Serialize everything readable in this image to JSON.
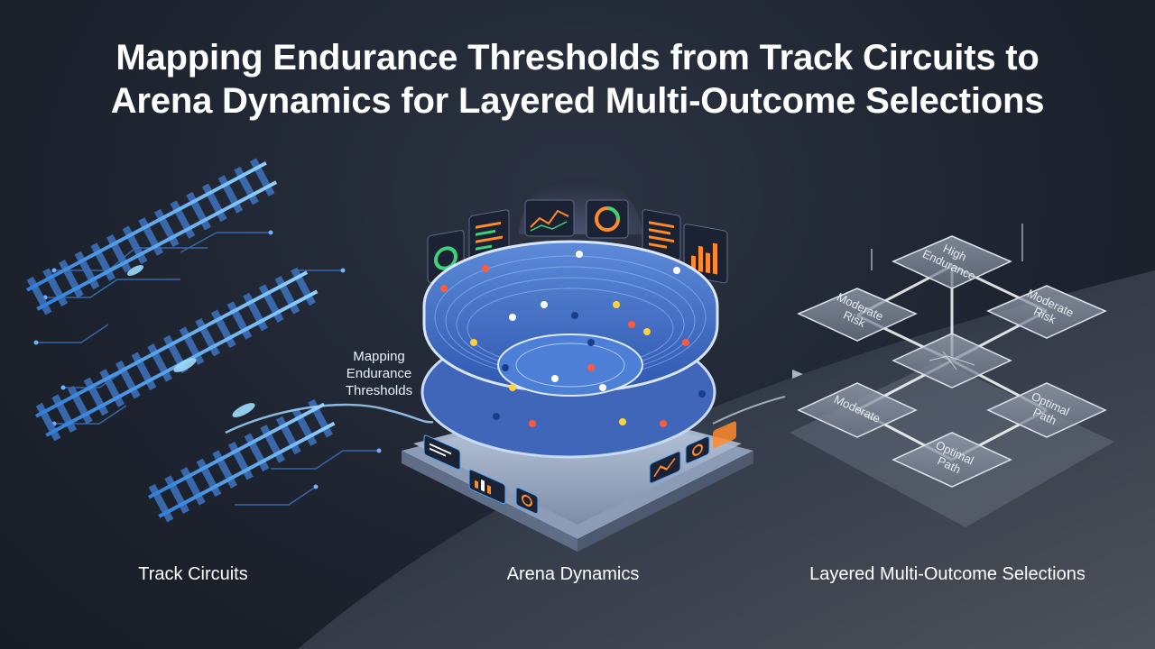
{
  "title": {
    "line1": "Mapping Endurance Thresholds from Track Circuits to",
    "line2": "Arena Dynamics for Layered Multi-Outcome Selections"
  },
  "mapping_label": {
    "line1": "Mapping",
    "line2": "Endurance",
    "line3": "Thresholds"
  },
  "captions": {
    "track": "Track Circuits",
    "arena": "Arena Dynamics",
    "layered": "Layered Multi-Outcome Selections"
  },
  "nodes": [
    {
      "line1": "High",
      "line2": "Endurance"
    },
    {
      "line1": "Moderate",
      "line2": "Risk"
    },
    {
      "line1": "Moderate",
      "line2": "Risk"
    },
    {
      "line1": "",
      "line2": ""
    },
    {
      "line1": "Moderate",
      "line2": ""
    },
    {
      "line1": "Optimal",
      "line2": "Path"
    },
    {
      "line1": "Optimal",
      "line2": "Path"
    }
  ],
  "colors": {
    "accent_blue": "#4aa8ff",
    "glow_blue": "#6fc3ff",
    "orange": "#ff8a2a",
    "green": "#3fd07a",
    "background": "#1e2430"
  }
}
